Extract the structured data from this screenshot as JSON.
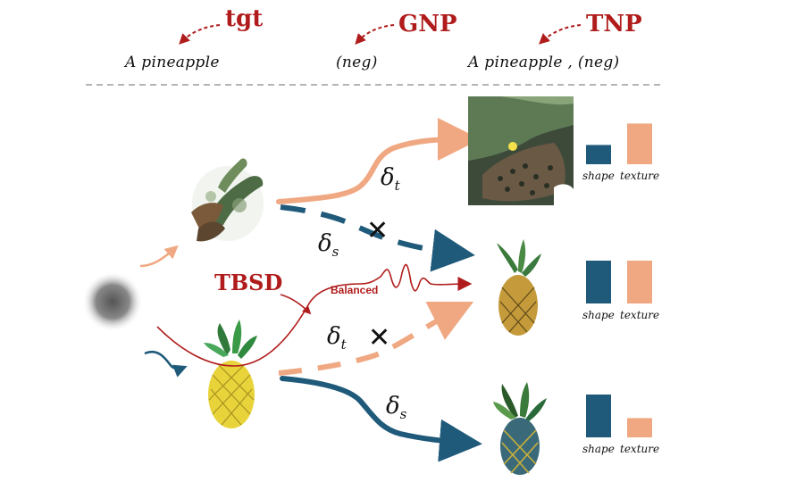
{
  "headers": {
    "tgt": "tgt",
    "gnp": "GNP",
    "tnp": "TNP"
  },
  "prompts": {
    "tgt": "A pineapple",
    "gnp": "(neg)",
    "tnp": "A pineapple , (neg)"
  },
  "method_label": "TBSD",
  "balanced_label": "Balanced",
  "deltas": {
    "texture_symbol": "δ",
    "texture_sub": "t",
    "shape_symbol": "δ",
    "shape_sub": "s"
  },
  "cross_symbol": "✕",
  "bar_labels": {
    "shape": "shape",
    "texture": "texture"
  },
  "bar_levels": [
    {
      "row": "top",
      "shape": 0.45,
      "texture": 0.95
    },
    {
      "row": "middle",
      "shape": 1.0,
      "texture": 1.0
    },
    {
      "row": "bottom",
      "shape": 1.0,
      "texture": 0.45
    }
  ],
  "colors": {
    "shape": "#1f5a7a",
    "texture": "#f0a882",
    "accent": "#b01c1c",
    "divider": "#b5b5b5"
  }
}
